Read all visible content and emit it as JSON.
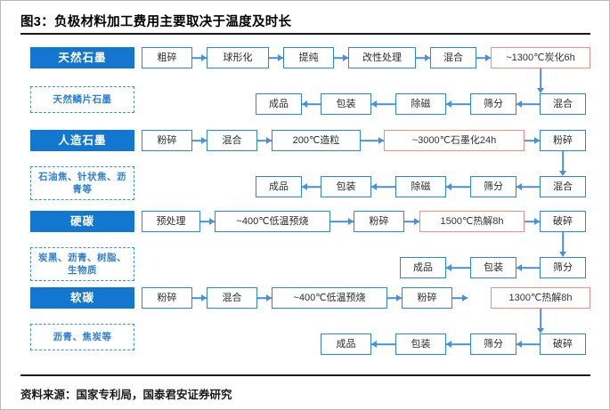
{
  "figure": {
    "title": "图3：负极材料加工费用主要取决于温度及时长",
    "source": "资料来源：国家专利局，国泰君安证券研究",
    "accent_blue": "#1477cf",
    "border_blue": "#2e86d8",
    "arrow_blue": "#4a90d9",
    "highlight_red": "#ef8b8b"
  },
  "rows": [
    {
      "category": "天然石墨",
      "materials": "天然鳞片石墨",
      "line1": [
        "粗碎",
        "球形化",
        "提纯",
        "改性处理",
        "混合",
        "~1300℃炭化6h"
      ],
      "line1_highlight": "~1300℃炭化6h",
      "line2": [
        "混合",
        "筛分",
        "除磁",
        "包装",
        "成品"
      ]
    },
    {
      "category": "人造石墨",
      "materials": "石油焦、针状焦、沥青等",
      "line1": [
        "粉碎",
        "混合",
        "200℃造粒",
        "~3000℃石墨化24h",
        "粉碎"
      ],
      "line1_highlight": "~3000℃石墨化24h",
      "line2": [
        "混合",
        "筛分",
        "除磁",
        "包装",
        "成品"
      ]
    },
    {
      "category": "硬碳",
      "materials": "炭黑、沥青、树脂、生物质",
      "line1": [
        "预处理",
        "~400℃低温预烧",
        "粉碎",
        "1500℃热解8h",
        "破碎"
      ],
      "line1_highlight": "1500℃热解8h",
      "line2": [
        "筛分",
        "包装",
        "成品"
      ]
    },
    {
      "category": "软碳",
      "materials": "沥青、焦炭等",
      "line1": [
        "粉碎",
        "混合",
        "~400℃低温预烧",
        "粉碎",
        "1300℃热解8h"
      ],
      "line1_highlight": "1300℃热解8h",
      "line2": [
        "破碎",
        "筛分",
        "包装",
        "成品"
      ]
    }
  ]
}
